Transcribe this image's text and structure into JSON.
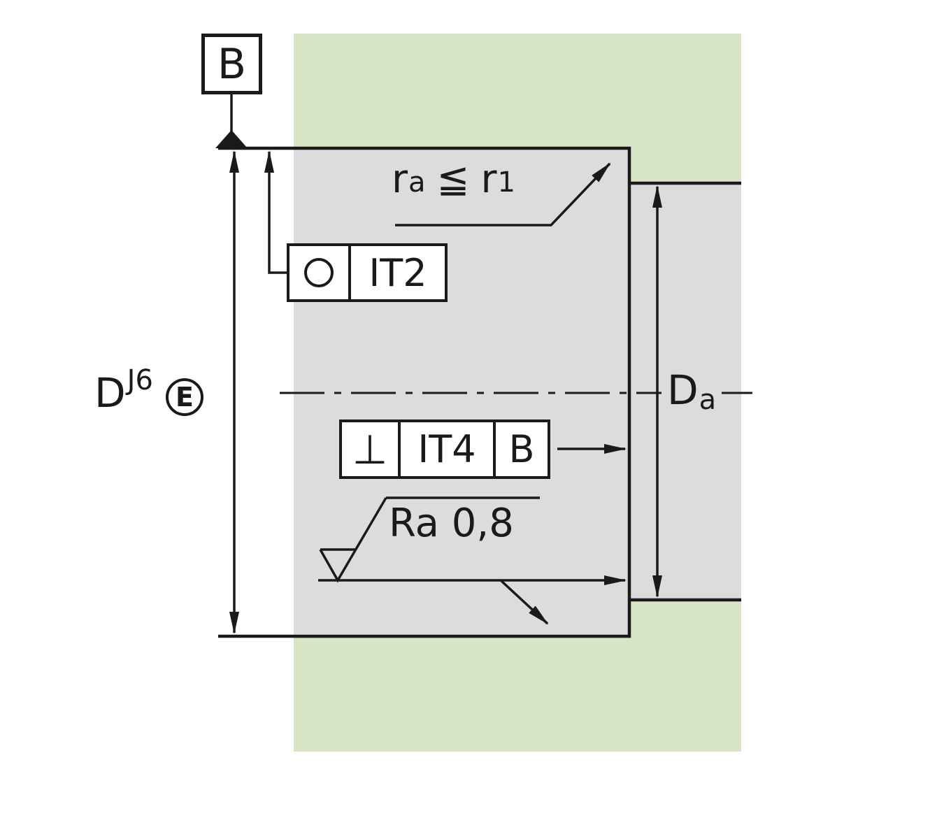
{
  "colors": {
    "housing": "#d8e5c4",
    "seat": "#dcdcdc",
    "line": "#1a1a1a",
    "paper": "#ffffff"
  },
  "drawing": {
    "datum_label": "B",
    "left_dimension": {
      "base": "D",
      "tolerance": "J6",
      "envelope": "E"
    },
    "right_dimension": {
      "base": "D",
      "subscript": "a"
    },
    "chamfer_note": {
      "lhs_base": "r",
      "lhs_sub": "a",
      "relation": "≦",
      "rhs_base": "r",
      "rhs_sub": "1"
    },
    "circularity_frame": {
      "symbol_icon": "circularity-icon",
      "tolerance": "IT2"
    },
    "perpendicularity_frame": {
      "symbol": "⊥",
      "tolerance": "IT4",
      "datum": "B"
    },
    "surface_finish_label": "Ra 0,8"
  }
}
